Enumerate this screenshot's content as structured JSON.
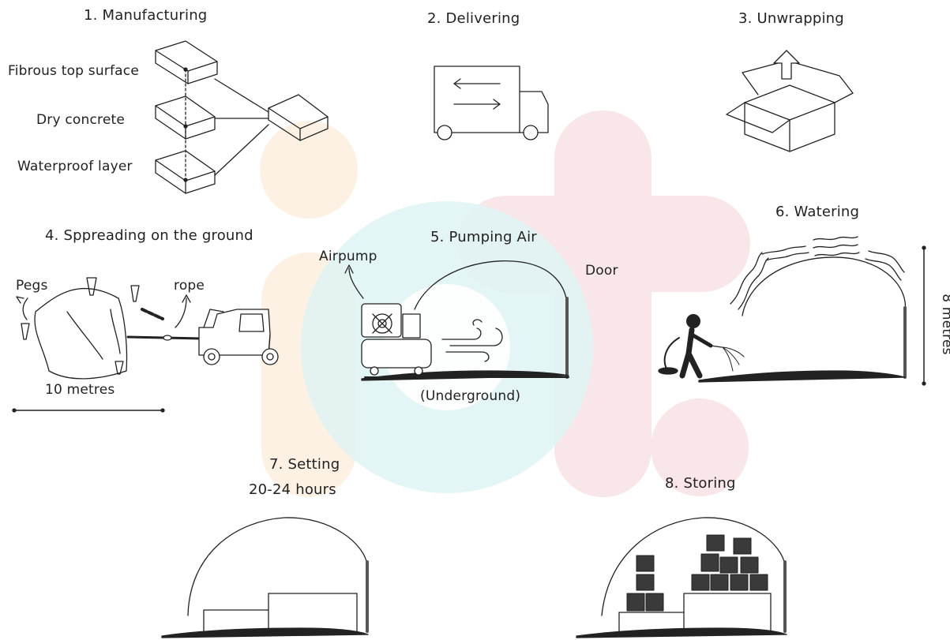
{
  "steps": {
    "s1": "1. Manufacturing",
    "s2": "2. Delivering",
    "s3": "3. Unwrapping",
    "s4": "4. Sppreading on the ground",
    "s5": "5. Pumping Air",
    "s6": "6. Watering",
    "s7": "7. Setting",
    "s7_sub": "20-24 hours",
    "s8": "8. Storing"
  },
  "labels": {
    "fibrous": "Fibrous top surface",
    "dry_concrete": "Dry concrete",
    "waterproof": "Waterproof layer",
    "pegs": "Pegs",
    "rope": "rope",
    "ten_metres": "10 metres",
    "airpump": "Airpump",
    "door": "Door",
    "underground": "(Underground)",
    "eight_metres": "8 metres"
  },
  "icons": {
    "block": "concrete-block-icon",
    "truck": "delivery-truck-icon",
    "box": "open-box-icon",
    "tow_truck": "tow-truck-icon",
    "compressor": "air-compressor-icon",
    "wind": "wind-icon",
    "person": "person-watering-icon"
  },
  "colors": {
    "line": "#222222",
    "watermark_orange": "#fbeedd",
    "watermark_pink": "#f6e3e6",
    "watermark_blue": "#d9f1f4",
    "door": "#555555",
    "crate": "#3a3a3a"
  }
}
